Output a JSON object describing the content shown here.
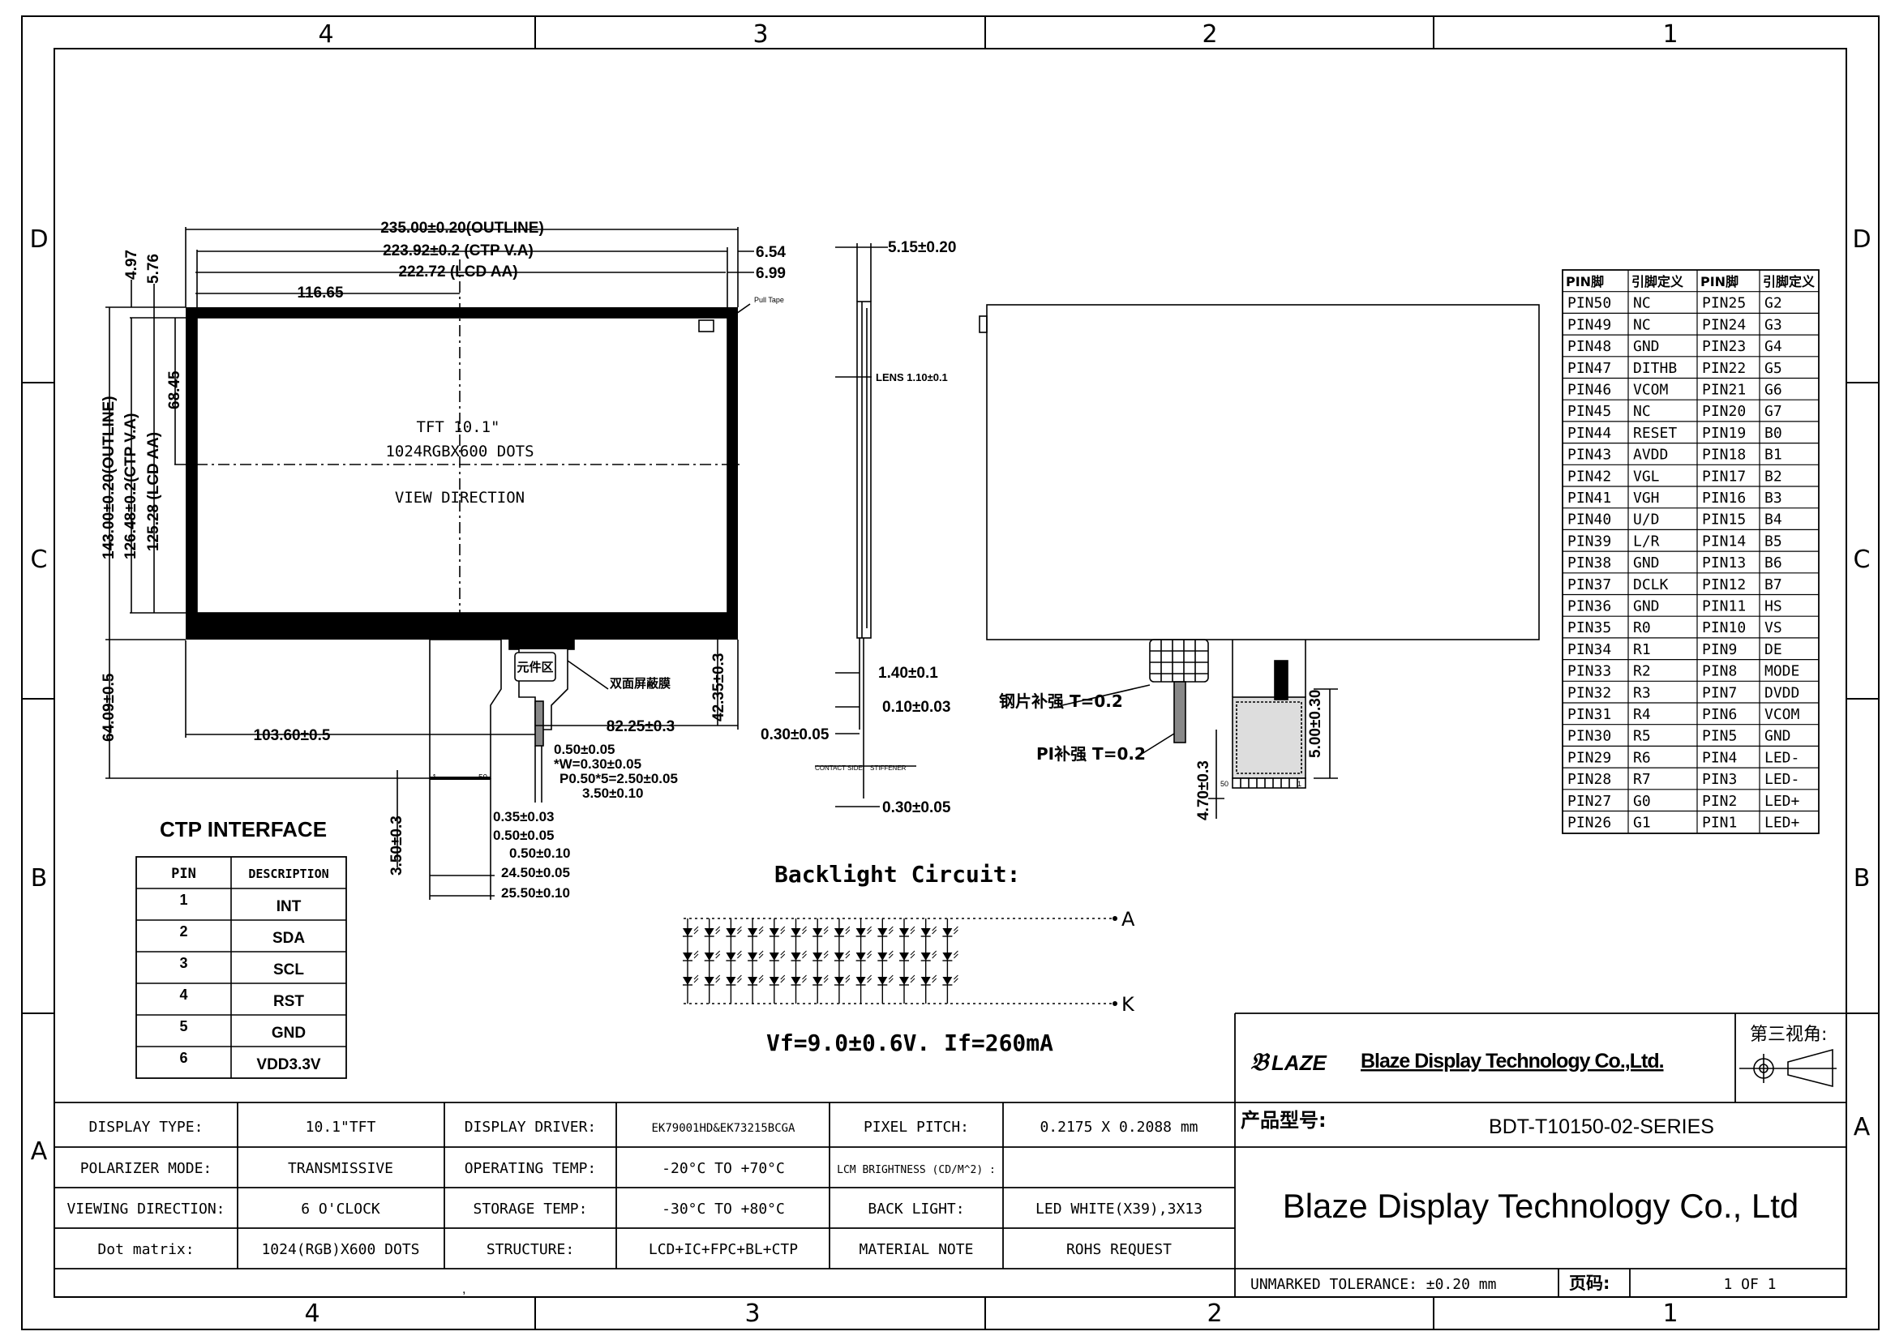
{
  "frame": {
    "cols": [
      "4",
      "3",
      "2",
      "1"
    ],
    "rows": [
      "D",
      "C",
      "B",
      "A"
    ]
  },
  "front_view": {
    "dim_outline_w": "235.00±0.20(OUTLINE)",
    "dim_ctp_va_w": "223.92±0.2 (CTP V.A)",
    "dim_lcd_aa_w": "222.72 (LCD AA)",
    "dim_center_x": "116.65",
    "dim_right_a": "6.54",
    "dim_right_b": "6.99",
    "dim_top_a": "4.97",
    "dim_top_b": "5.76",
    "dim_center_y": "68.45",
    "dim_outline_h": "143.00±0.20(OUTLINE)",
    "dim_ctp_va_h": "126.48±0.2(CTP V.A)",
    "dim_lcd_aa_h": "125.28 (LCD AA)",
    "pull_tape": "Pull Tape",
    "screen_line1": "TFT  10.1\"",
    "screen_line2": "1024RGBX600  DOTS",
    "screen_line3": "VIEW  DIRECTION",
    "component_area": "元件区",
    "shield_film": "双面屏蔽膜",
    "dim_fpc_total_h": "64.09±0.5",
    "dim_fpc_left": "103.60±0.5",
    "dim_fpc_right": "82.25±0.3",
    "dim_fpc_h2": "42.35±0.3",
    "dim_p1": "0.50±0.05",
    "dim_p2": "*W=0.30±0.05",
    "dim_p3": "P0.50*5=2.50±0.05",
    "dim_p4": "3.50±0.10",
    "fpc_pin1": "1",
    "fpc_pin50": "50",
    "dim_t1": "0.35±0.03",
    "dim_t2": "0.50±0.05",
    "dim_t3": "0.50±0.10",
    "dim_t4": "24.50±0.05",
    "dim_t5": "25.50±0.10",
    "dim_t6": "3.50±0.3"
  },
  "side_view": {
    "dim_thick": "5.15±0.20",
    "lens": "LENS 1.10±0.1",
    "dim_a": "1.40±0.1",
    "dim_b": "0.10±0.03",
    "dim_c": "0.30±0.05",
    "contact_side": "CONTACT SIDE",
    "stiffener": "STIFFENER",
    "dim_d": "0.30±0.05"
  },
  "back_view": {
    "steel_stiffener": "钢片补强 T=0.2",
    "pi_stiffener": "PI补强 T=0.2",
    "dim_a": "4.70±0.3",
    "dim_b": "5.00±0.30",
    "pin50": "50",
    "pin1": "1"
  },
  "pin_table": {
    "headers": [
      "PIN脚",
      "引脚定义",
      "PIN脚",
      "引脚定义"
    ],
    "rows": [
      [
        "PIN50",
        "NC",
        "PIN25",
        "G2"
      ],
      [
        "PIN49",
        "NC",
        "PIN24",
        "G3"
      ],
      [
        "PIN48",
        "GND",
        "PIN23",
        "G4"
      ],
      [
        "PIN47",
        "DITHB",
        "PIN22",
        "G5"
      ],
      [
        "PIN46",
        "VCOM",
        "PIN21",
        "G6"
      ],
      [
        "PIN45",
        "NC",
        "PIN20",
        "G7"
      ],
      [
        "PIN44",
        "RESET",
        "PIN19",
        "B0"
      ],
      [
        "PIN43",
        "AVDD",
        "PIN18",
        "B1"
      ],
      [
        "PIN42",
        "VGL",
        "PIN17",
        "B2"
      ],
      [
        "PIN41",
        "VGH",
        "PIN16",
        "B3"
      ],
      [
        "PIN40",
        "U/D",
        "PIN15",
        "B4"
      ],
      [
        "PIN39",
        "L/R",
        "PIN14",
        "B5"
      ],
      [
        "PIN38",
        "GND",
        "PIN13",
        "B6"
      ],
      [
        "PIN37",
        "DCLK",
        "PIN12",
        "B7"
      ],
      [
        "PIN36",
        "GND",
        "PIN11",
        "HS"
      ],
      [
        "PIN35",
        "R0",
        "PIN10",
        "VS"
      ],
      [
        "PIN34",
        "R1",
        "PIN9",
        "DE"
      ],
      [
        "PIN33",
        "R2",
        "PIN8",
        "MODE"
      ],
      [
        "PIN32",
        "R3",
        "PIN7",
        "DVDD"
      ],
      [
        "PIN31",
        "R4",
        "PIN6",
        "VCOM"
      ],
      [
        "PIN30",
        "R5",
        "PIN5",
        "GND"
      ],
      [
        "PIN29",
        "R6",
        "PIN4",
        "LED-"
      ],
      [
        "PIN28",
        "R7",
        "PIN3",
        "LED-"
      ],
      [
        "PIN27",
        "G0",
        "PIN2",
        "LED+"
      ],
      [
        "PIN26",
        "G1",
        "PIN1",
        "LED+"
      ]
    ]
  },
  "ctp": {
    "title": "CTP INTERFACE",
    "headers": [
      "PIN",
      "DESCRIPTION"
    ],
    "rows": [
      [
        "1",
        "INT"
      ],
      [
        "2",
        "SDA"
      ],
      [
        "3",
        "SCL"
      ],
      [
        "4",
        "RST"
      ],
      [
        "5",
        "GND"
      ],
      [
        "6",
        "VDD3.3V"
      ]
    ]
  },
  "backlight": {
    "title": "Backlight Circuit:",
    "anode": "A",
    "cathode": "K",
    "spec": "Vf=9.0±0.6V.  If=260mA",
    "columns": 13,
    "per_column": 3
  },
  "title_block": {
    "company_short": "Blaze Display Technology Co.,Ltd.",
    "projection": "第三视角:",
    "model_label": "产品型号:",
    "model": "BDT-T10150-02-SERIES",
    "company_big": "Blaze Display Technology Co., Ltd",
    "tolerance": "UNMARKED TOLERANCE: ±0.20 mm",
    "page_label": "页码:",
    "page": "1 OF 1",
    "rows": [
      [
        "DISPLAY TYPE:",
        "10.1\"TFT",
        "DISPLAY DRIVER:",
        "EK79001HD&EK73215BCGA",
        "PIXEL PITCH:",
        "0.2175 X 0.2088 mm"
      ],
      [
        "POLARIZER MODE:",
        "TRANSMISSIVE",
        "OPERATING TEMP:",
        "-20°C TO +70°C",
        "LCM BRIGHTNESS (CD/M^2) :",
        ""
      ],
      [
        "VIEWING DIRECTION:",
        "6 O'CLOCK",
        "STORAGE TEMP:",
        "-30°C TO +80°C",
        "BACK LIGHT:",
        "LED WHITE(X39),3X13"
      ],
      [
        "Dot matrix:",
        "1024(RGB)X600 DOTS",
        "STRUCTURE:",
        "LCD+IC+FPC+BL+CTP",
        "MATERIAL NOTE",
        "ROHS REQUEST"
      ]
    ],
    "footnote": ","
  },
  "colors": {
    "line": "#000000",
    "paper": "#ffffff",
    "fpc_gray": "#888888"
  }
}
